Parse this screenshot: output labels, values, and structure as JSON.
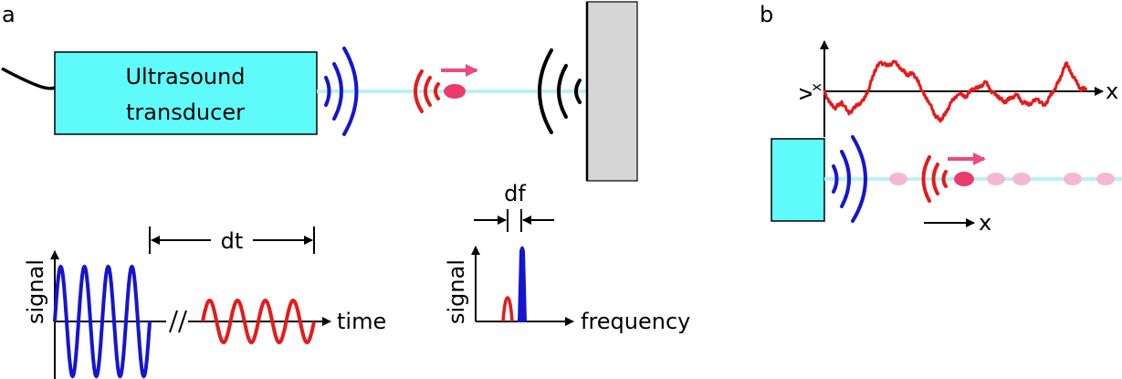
{
  "panel_a": {
    "label": "a",
    "transducer_label_line1": "Ultrasound",
    "transducer_label_line2": "transducer",
    "time_plot": {
      "ylabel": "signal",
      "xlabel": "time",
      "interval_label": "dt"
    },
    "freq_plot": {
      "ylabel": "signal",
      "xlabel": "frequency",
      "shift_label": "df"
    }
  },
  "panel_b": {
    "label": "b",
    "velocity_label": "v",
    "velocity_subscript": "x",
    "x_axis_label": "x",
    "position_axis_label": "x"
  },
  "colors": {
    "transducer_fill": "#5ffbfb",
    "beam": "#b8f2f8",
    "emitted_wave": "#1515d0",
    "reflected_wave": "#e41b1b",
    "particle": "#ec3a6c",
    "particle_arrow": "#ee4a7c",
    "tracer_particles": "#f5b8d4",
    "wall": "#d6d6d6",
    "wall_echo": "#000000"
  }
}
